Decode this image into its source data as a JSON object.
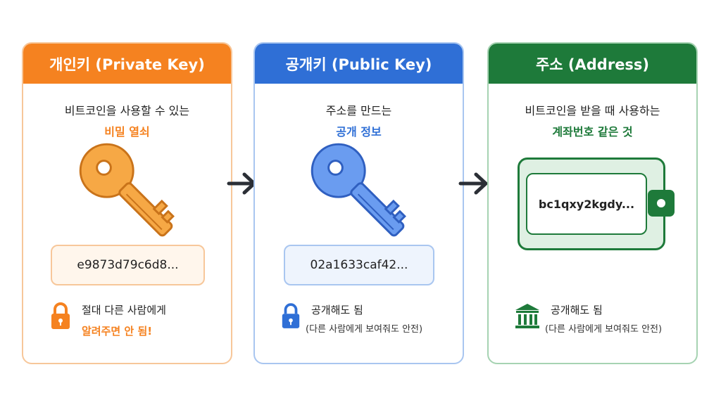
{
  "colors": {
    "private": "#f58220",
    "public": "#2f6fd6",
    "address": "#1e7a3a"
  },
  "private_key": {
    "title": "개인키 (Private Key)",
    "desc": "비트코인을 사용할 수 있는",
    "highlight": "비밀 열쇠",
    "icon": "key-icon",
    "value": "e9873d79c6d8...",
    "note_icon": "lock-icon",
    "note": "절대 다른 사람에게",
    "note_highlight": "알려주면 안 됨!"
  },
  "public_key": {
    "title": "공개키 (Public Key)",
    "desc": "주소를 만드는",
    "highlight": "공개 정보",
    "icon": "key-icon",
    "value": "02a1633caf42...",
    "note_icon": "lock-icon",
    "note": "공개해도 됨",
    "note_sub": "(다른 사람에게 보여줘도 안전)"
  },
  "address": {
    "title": "주소 (Address)",
    "desc": "비트코인을 받을 때 사용하는",
    "highlight": "계좌번호 같은 것",
    "icon": "wallet-icon",
    "value": "bc1qxy2kgdy...",
    "note_icon": "bank-icon",
    "note": "공개해도 됨",
    "note_sub": "(다른 사람에게 보여줘도 안전)"
  },
  "arrows": [
    "arrow-right-icon",
    "arrow-right-icon"
  ]
}
